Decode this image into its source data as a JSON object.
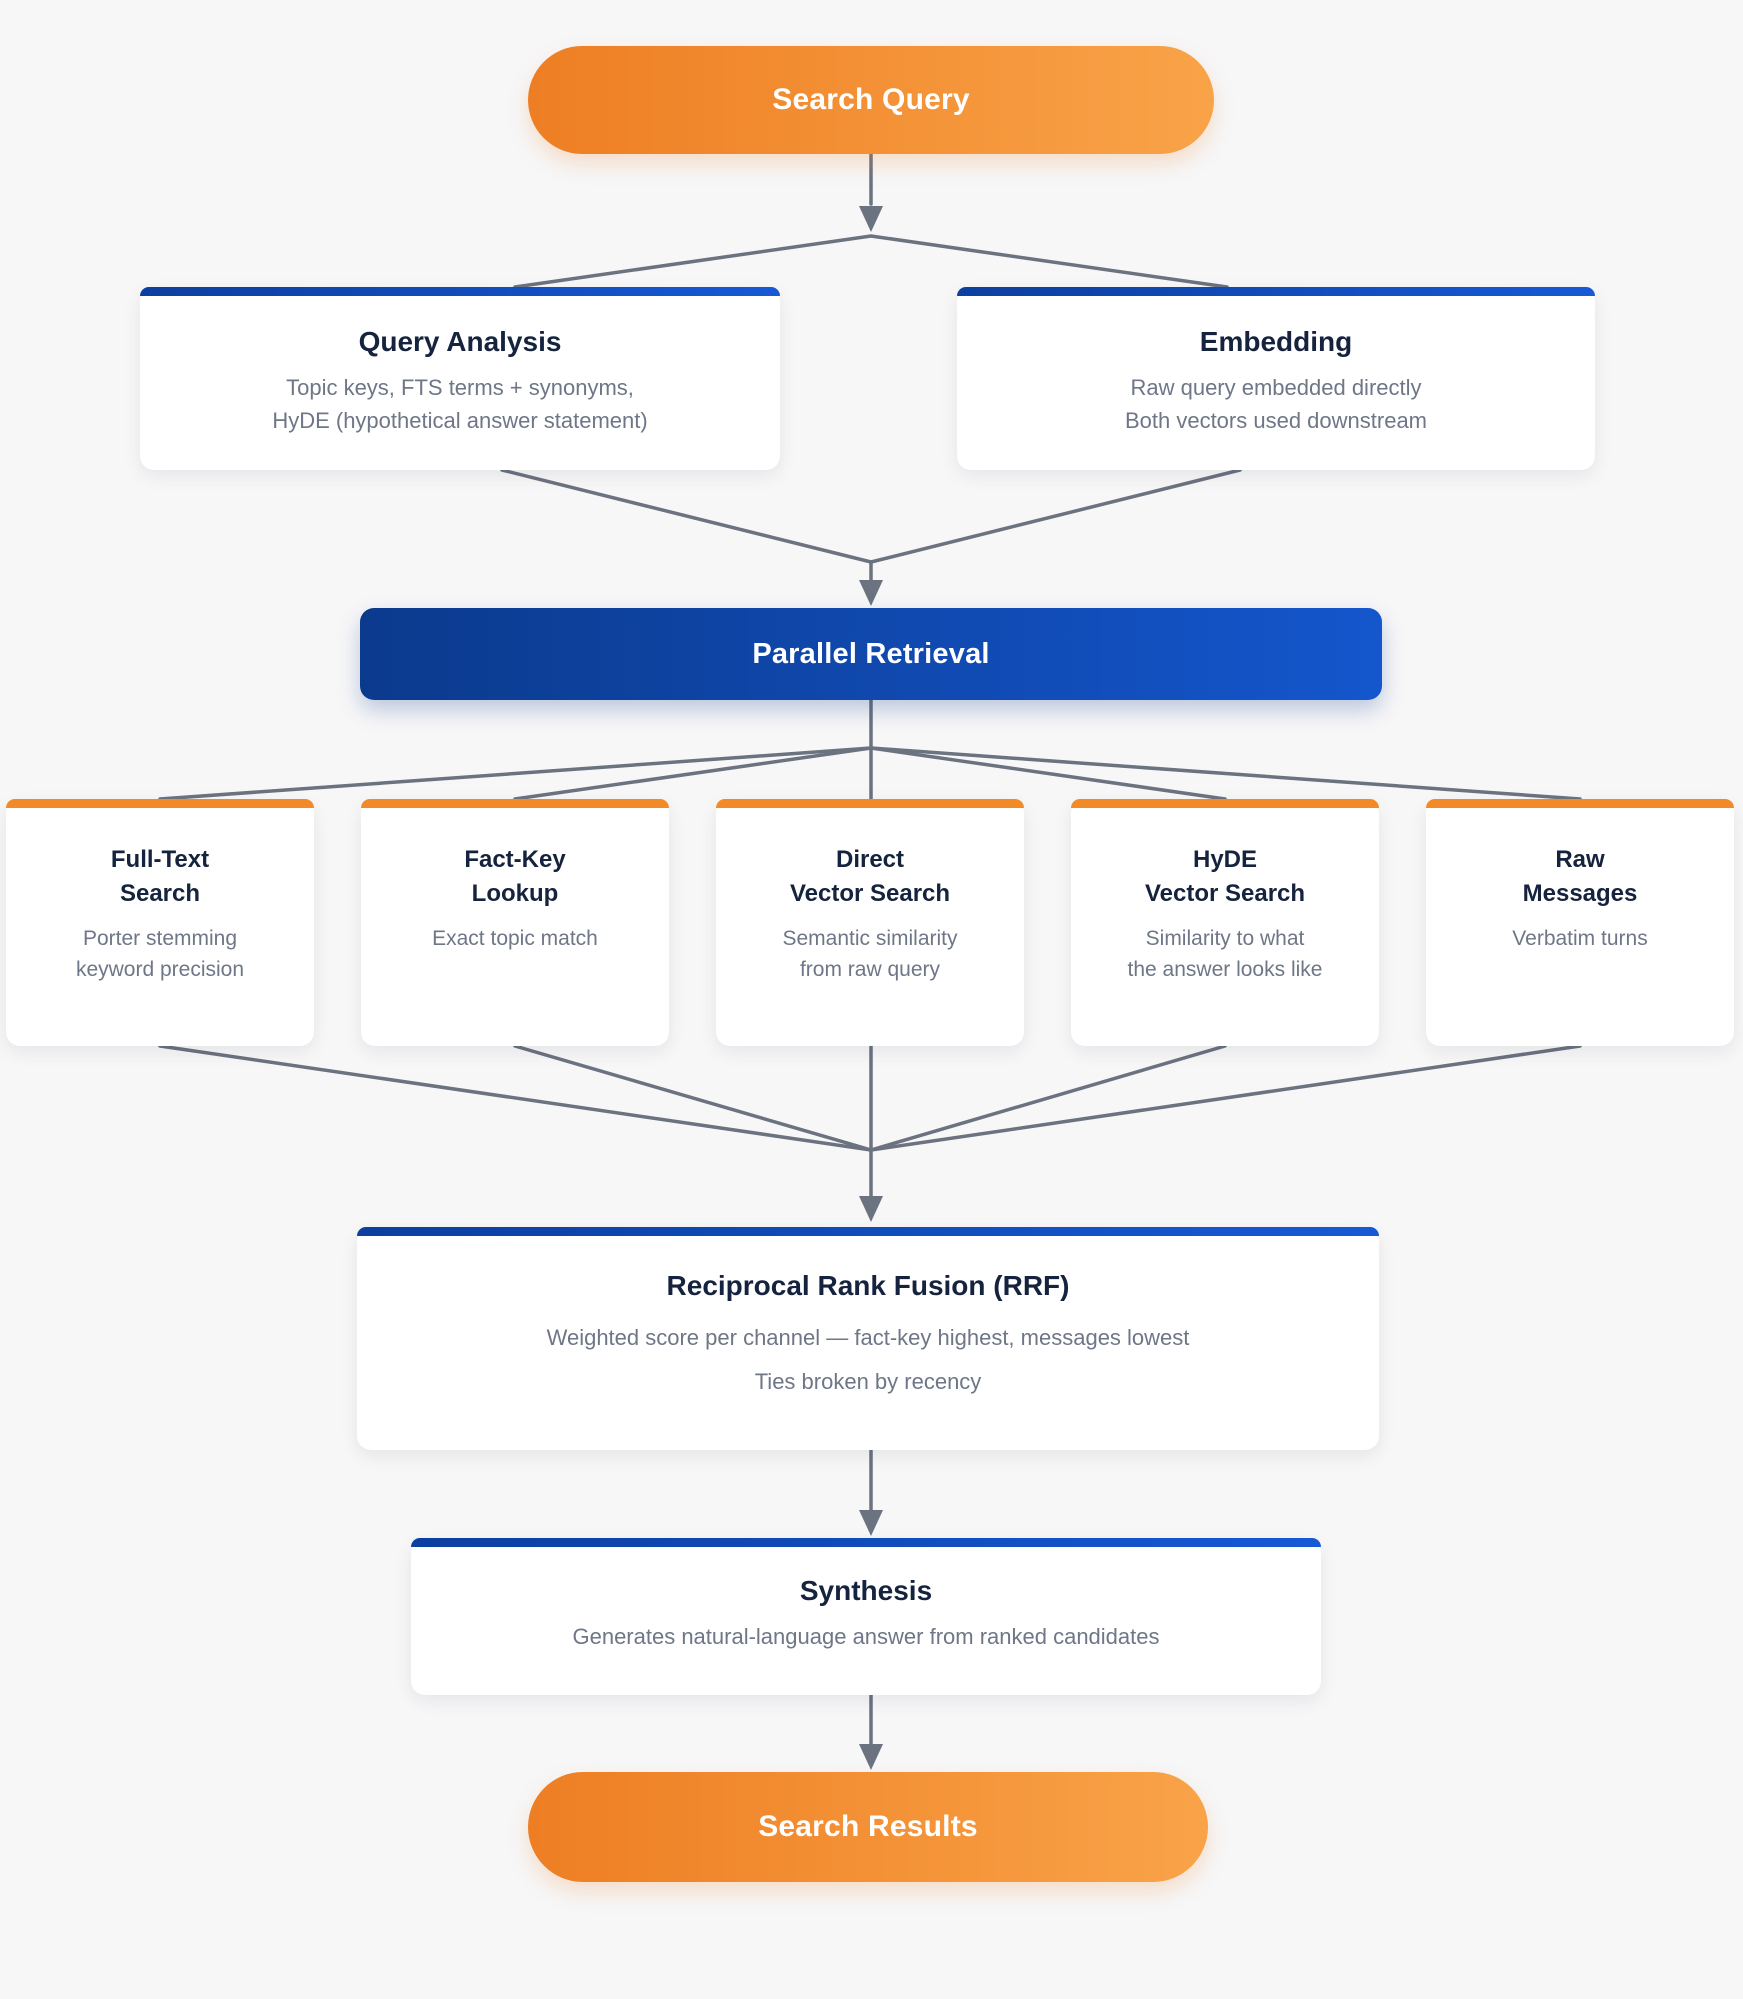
{
  "diagram": {
    "nodes": {
      "search_query": {
        "label": "Search Query"
      },
      "query_analysis": {
        "title": "Query Analysis",
        "desc_line1": "Topic keys, FTS terms + synonyms,",
        "desc_line2": "HyDE (hypothetical answer statement)"
      },
      "embedding": {
        "title": "Embedding",
        "desc_line1": "Raw query embedded directly",
        "desc_line2": "Both vectors used downstream"
      },
      "parallel_retrieval": {
        "label": "Parallel Retrieval"
      },
      "rrf": {
        "title": "Reciprocal Rank Fusion (RRF)",
        "desc_line1": "Weighted score per channel — fact-key highest, messages lowest",
        "desc_line2": "Ties broken by recency"
      },
      "synthesis": {
        "title": "Synthesis",
        "desc": "Generates natural-language answer from ranked candidates"
      },
      "search_results": {
        "label": "Search Results"
      }
    },
    "channels": [
      {
        "title_line1": "Full-Text",
        "title_line2": "Search",
        "desc_line1": "Porter stemming",
        "desc_line2": "keyword precision"
      },
      {
        "title_line1": "Fact-Key",
        "title_line2": "Lookup",
        "desc_line1": "Exact topic match",
        "desc_line2": ""
      },
      {
        "title_line1": "Direct",
        "title_line2": "Vector Search",
        "desc_line1": "Semantic similarity",
        "desc_line2": "from raw query"
      },
      {
        "title_line1": "HyDE",
        "title_line2": "Vector Search",
        "desc_line1": "Similarity to what",
        "desc_line2": "the answer looks like"
      },
      {
        "title_line1": "Raw",
        "title_line2": "Messages",
        "desc_line1": "Verbatim turns",
        "desc_line2": ""
      }
    ],
    "colors": {
      "orange_gradient_start": "#ee7e23",
      "orange_gradient_end": "#f9a348",
      "blue_gradient_start": "#0b3a8d",
      "blue_gradient_end": "#1456cd",
      "card_accent_blue": "#1150c4",
      "card_accent_orange": "#f28b27",
      "title_text": "#16233e",
      "desc_text": "#6e7687",
      "connector": "#6b7280",
      "background": "#f7f7f8",
      "card_background": "#ffffff"
    }
  }
}
